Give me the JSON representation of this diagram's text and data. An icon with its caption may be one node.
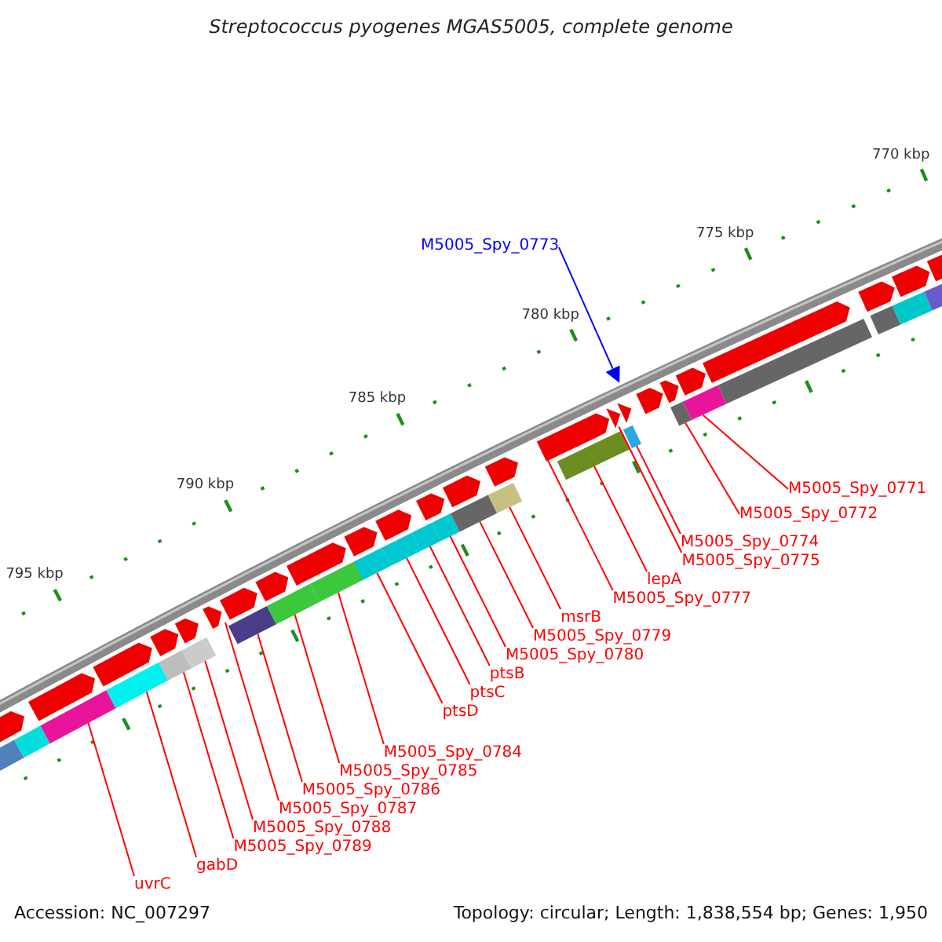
{
  "diagram": {
    "title": "Streptococcus pyogenes MGAS5005, complete genome",
    "nodes": [
      {
        "text": [
          "M5005_Spy_0773"
        ]
      },
      {
        "text": [
          "M5005_Spy_0771"
        ]
      },
      {
        "text": [
          "M5005_Spy_0772"
        ]
      },
      {
        "text": [
          "M5005_Spy_0775"
        ]
      },
      {
        "text": [
          "lepA"
        ]
      },
      {
        "text": [
          "M5005_Spy_0774"
        ]
      },
      {
        "text": [
          "ptsC"
        ]
      },
      {
        "text": [
          "M5005_Spy_0777"
        ]
      },
      {
        "text": [
          "ptsD"
        ]
      },
      {
        "text": [
          "msrB"
        ]
      },
      {
        "text": [
          "ptsB"
        ]
      },
      {
        "text": [
          "M5005_Spy_0779"
        ]
      },
      {
        "text": [
          "M5005_Spy_0780"
        ]
      },
      {
        "text": [
          "M5005_Spy_0787"
        ]
      },
      {
        "text": [
          "M5005_Spy_0784"
        ]
      },
      {
        "text": [
          "M5005_Spy_0788"
        ]
      },
      {
        "text": [
          "M5005_Spy_0789"
        ]
      },
      {
        "text": [
          "M5005_Spy_0785"
        ]
      },
      {
        "text": [
          "gabD"
        ]
      },
      {
        "text": [
          "M5005_Spy_0786"
        ]
      },
      {
        "text": [
          "uvrC"
        ]
      },
      {
        "text": [],
        "shape": "bar"
      },
      {
        "text": [],
        "shape": "bar"
      },
      {
        "text": [],
        "shape": "bar"
      },
      {
        "text": [],
        "shape": "bar"
      },
      {
        "text": [],
        "shape": "pentagon"
      },
      {
        "text": [],
        "shape": "bar"
      },
      {
        "text": [],
        "shape": "bar"
      },
      {
        "text": [],
        "shape": "bar"
      },
      {
        "text": [],
        "shape": "bar"
      },
      {
        "text": [],
        "shape": "bar"
      },
      {
        "text": [],
        "shape": "bar"
      },
      {
        "text": [],
        "shape": "bar"
      },
      {
        "text": [],
        "shape": "bar"
      },
      {
        "text": [],
        "shape": "bar"
      },
      {
        "text": [],
        "shape": "pentagon"
      },
      {
        "text": [],
        "shape": "bar"
      },
      {
        "text": [],
        "shape": "pentagon"
      },
      {
        "text": [],
        "shape": "triangle"
      },
      {
        "text": [],
        "shape": "bar"
      },
      {
        "text": [],
        "shape": "bar"
      },
      {
        "text": [],
        "shape": "bar"
      },
      {
        "text": [],
        "shape": "pentagon"
      },
      {
        "text": [],
        "shape": "pentagon"
      },
      {
        "text": [],
        "shape": "pentagon"
      },
      {
        "text": [],
        "shape": "pentagon"
      },
      {
        "text": [],
        "shape": "pentagon"
      },
      {
        "text": [],
        "shape": "pentagon"
      },
      {
        "text": [],
        "shape": "pentagon"
      },
      {
        "text": [],
        "shape": "pentagon"
      },
      {
        "text": [],
        "shape": "pentagon"
      },
      {
        "text": [],
        "shape": "pentagon"
      },
      {
        "text": [],
        "shape": "pentagon"
      },
      {
        "text": [],
        "shape": "pentagon"
      },
      {
        "text": [],
        "shape": "pentagon"
      },
      {
        "text": [],
        "shape": "pentagon"
      },
      {
        "text": [],
        "shape": "pentagon"
      },
      {
        "text": [],
        "shape": "pentagon"
      },
      {
        "text": [],
        "shape": "pentagon"
      },
      {
        "text": [],
        "shape": "pentagon"
      },
      {
        "text": [],
        "shape": "pentagon"
      },
      {
        "text": [],
        "shape": "pentagon"
      },
      {
        "text": [],
        "shape": "pentagon"
      },
      {
        "text": [],
        "shape": "bar"
      },
      {
        "text": [],
        "shape": "bar"
      },
      {
        "text": [],
        "shape": "bar"
      },
      {
        "text": [],
        "shape": "bar"
      },
      {
        "text": [],
        "shape": "bar"
      },
      {
        "text": [],
        "shape": "bar"
      }
    ],
    "edges": [
      {
        "from": 0,
        "to": 38,
        "arrow": "none",
        "color": "#0000ff"
      },
      {
        "from": 1,
        "to": 41,
        "arrow": "none"
      },
      {
        "from": 2,
        "to": 40,
        "arrow": "none"
      },
      {
        "from": 3,
        "to": 37,
        "arrow": "none"
      },
      {
        "from": 4,
        "to": 36,
        "arrow": "none"
      },
      {
        "from": 5,
        "to": 39,
        "arrow": "none"
      },
      {
        "from": 6,
        "to": 30,
        "arrow": "none"
      },
      {
        "from": 7,
        "to": 35,
        "arrow": "none"
      },
      {
        "from": 8,
        "to": 29,
        "arrow": "none"
      },
      {
        "from": 9,
        "to": 34,
        "arrow": "none"
      },
      {
        "from": 10,
        "to": 31,
        "arrow": "none"
      },
      {
        "from": 11,
        "to": 33,
        "arrow": "none"
      },
      {
        "from": 12,
        "to": 32,
        "arrow": "none"
      },
      {
        "from": 13,
        "to": 25,
        "arrow": "none"
      },
      {
        "from": 14,
        "to": 28,
        "arrow": "none"
      },
      {
        "from": 15,
        "to": 24,
        "arrow": "none"
      },
      {
        "from": 16,
        "to": 23,
        "arrow": "none"
      },
      {
        "from": 17,
        "to": 27,
        "arrow": "none"
      },
      {
        "from": 18,
        "to": 22,
        "arrow": "none"
      },
      {
        "from": 19,
        "to": 26,
        "arrow": "none"
      },
      {
        "from": 20,
        "to": 21,
        "arrow": "none"
      }
    ],
    "labels": [
      "770 kbp",
      "775 kbp",
      "780 kbp",
      "785 kbp",
      "790 kbp",
      "795 kbp",
      "Accession: NC_007297",
      "Topology: circular; Length: 1,838,554 bp; Genes: 1,950"
    ]
  }
}
